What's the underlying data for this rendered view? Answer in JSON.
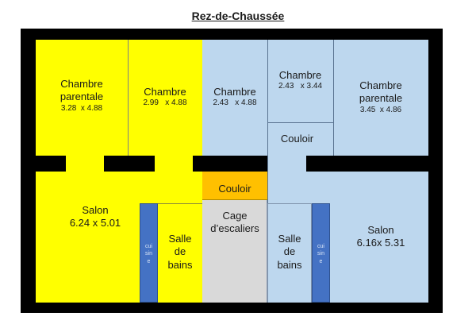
{
  "title": "Rez-de-Chaussée",
  "colors": {
    "wall": "#000000",
    "apartment_left": "#ffff00",
    "apartment_right": "#bdd7ee",
    "couloir_commun": "#ffc000",
    "cage_escaliers": "#d9d9d9",
    "cuisine": "#4472c4"
  },
  "rooms": {
    "left_chambre_parentale": {
      "name_line1": "Chambre",
      "name_line2": "parentale",
      "dims": "3.28  x 4.88"
    },
    "left_chambre": {
      "name": "Chambre",
      "dims": "2.99   x 4.88"
    },
    "right_chambre_1": {
      "name": "Chambre",
      "dims": "2.43   x 4.88"
    },
    "right_chambre_2": {
      "name": "Chambre",
      "dims": "2.43   x 3.44"
    },
    "right_chambre_parentale": {
      "name_line1": "Chambre",
      "name_line2": "parentale",
      "dims": "3.45  x 4.86"
    },
    "right_couloir": {
      "name": "Couloir"
    },
    "center_couloir": {
      "name": "Couloir"
    },
    "cage_escaliers": {
      "name_line1": "Cage",
      "name_line2": "d’escaliers"
    },
    "left_salon": {
      "name": "Salon",
      "dims": "6.24 x 5.01"
    },
    "right_salon": {
      "name": "Salon",
      "dims": "6.16x 5.31"
    },
    "left_salle_de_bains": {
      "line1": "Salle",
      "line2": "de",
      "line3": "bains"
    },
    "right_salle_de_bains": {
      "line1": "Salle",
      "line2": "de",
      "line3": "bains"
    },
    "left_cuisine": {
      "line1": "cui",
      "line2": "sin",
      "line3": "e"
    },
    "right_cuisine": {
      "line1": "cui",
      "line2": "sin",
      "line3": "e"
    }
  }
}
